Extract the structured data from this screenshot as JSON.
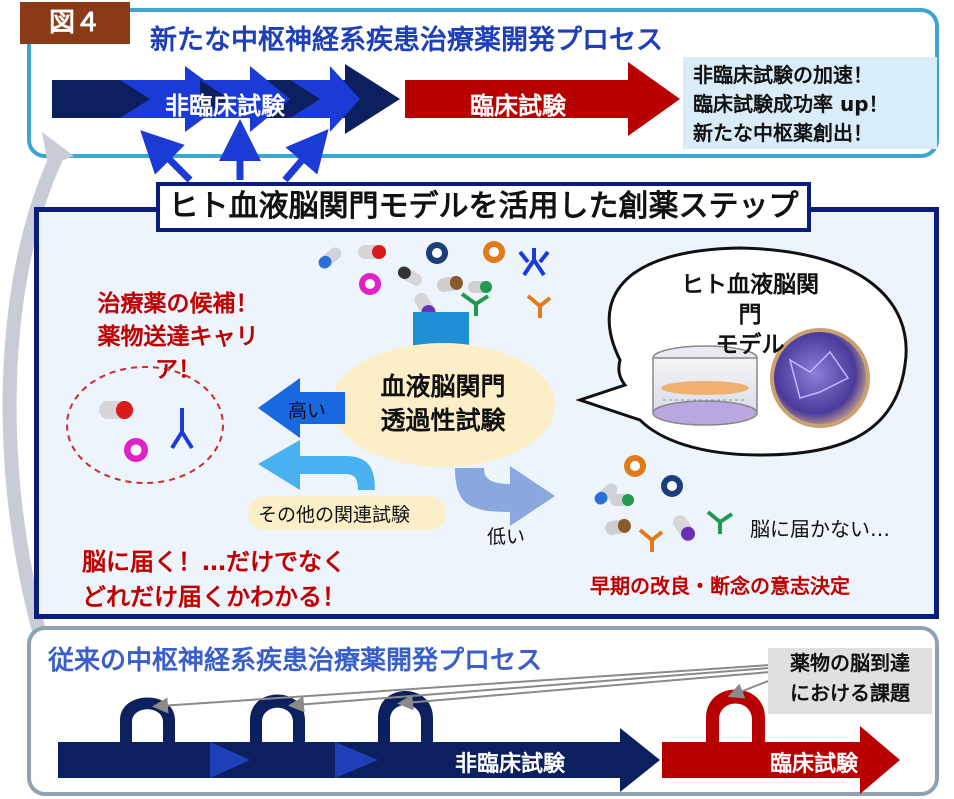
{
  "figure_tag": "図４",
  "new_process": {
    "title": "新たな中枢神経系疾患治療薬開発プロセス",
    "nonclinical_label": "非臨床試験",
    "clinical_label": "臨床試験",
    "benefits": [
      "非臨床試験の加速！",
      "臨床試験成功率 up！",
      "新たな中枢薬創出！"
    ]
  },
  "step_title": "ヒト血液脳関門モデルを活用した創薬ステップ",
  "candidates": [
    "治療薬の候補！",
    "薬物送達キャリア！"
  ],
  "bbb_model": [
    "ヒト血液脳関門",
    "モデル"
  ],
  "assay": [
    "血液脳関門",
    "透過性試験"
  ],
  "high_label": "高い",
  "low_label": "低い",
  "other_tests": "その他の関連試験",
  "not_reach": "脳に届かない…",
  "early_decision": "早期の改良・断念の意志決定",
  "reach_message": [
    "脳に届く！…だけでなく",
    "どれだけ届くかわかる！"
  ],
  "conventional_process": {
    "title": "従来の中枢神経系疾患治療薬開発プロセス",
    "nonclinical_label": "非臨床試験",
    "clinical_label": "臨床試験",
    "issue": [
      "薬物の脳到達",
      "における課題"
    ]
  },
  "colors": {
    "navy": "#0c2060",
    "red": "#b80000",
    "accent_blue": "#1f3fb8",
    "light_blue_panel": "#edf4fb"
  }
}
